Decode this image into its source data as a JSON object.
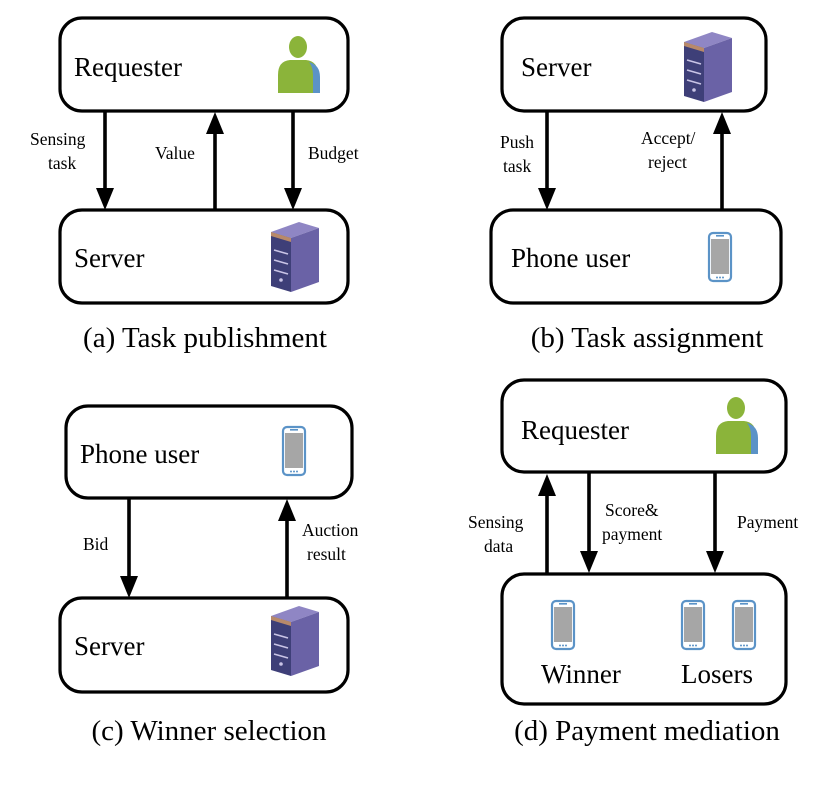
{
  "panels": {
    "a": {
      "caption": "(a) Task publishment",
      "top_box": "Requester",
      "bottom_box": "Server",
      "labels": {
        "sensing_1": "Sensing",
        "sensing_2": "task",
        "value": "Value",
        "budget": "Budget"
      }
    },
    "b": {
      "caption": "(b) Task assignment",
      "top_box": "Server",
      "bottom_box": "Phone user",
      "labels": {
        "push_1": "Push",
        "push_2": "task",
        "accept_1": "Accept/",
        "accept_2": "reject"
      }
    },
    "c": {
      "caption": "(c) Winner selection",
      "top_box": "Phone user",
      "bottom_box": "Server",
      "labels": {
        "bid": "Bid",
        "auction_1": "Auction",
        "auction_2": "result"
      }
    },
    "d": {
      "caption": "(d) Payment mediation",
      "top_box": "Requester",
      "labels": {
        "sensing_1": "Sensing",
        "sensing_2": "data",
        "score_1": "Score&",
        "score_2": "payment",
        "payment": "Payment",
        "winner": "Winner",
        "losers": "Losers"
      }
    }
  },
  "icons": {
    "person": "person-icon",
    "server": "server-icon",
    "phone": "phone-icon"
  },
  "colors": {
    "person_body": "#8bb43a",
    "person_shade": "#5b93c7",
    "server_front": "#3e3f78",
    "server_side": "#6a62a6",
    "server_top": "#8f86c4",
    "phone_screen": "#a6a6a6",
    "phone_frame": "#5b93c7"
  }
}
